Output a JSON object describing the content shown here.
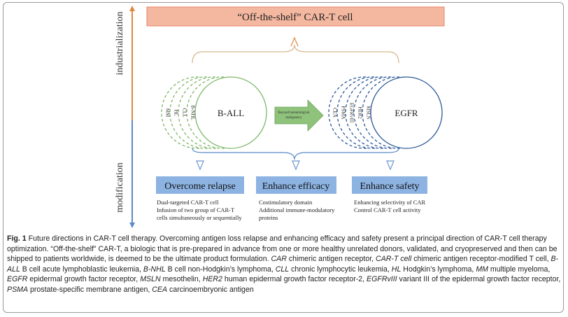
{
  "diagram": {
    "top_box": "“Off-the-shelf” CAR-T cell",
    "axis_top": "industrialization",
    "axis_bottom": "modification",
    "left_main": "B-ALL",
    "left_others": [
      "B-NHL",
      "CLL",
      "HL",
      "MM"
    ],
    "arrow_label_1": "Beyond hematological",
    "arrow_label_2": "malignancy",
    "right_main": "EGFR",
    "right_others": [
      "MSLN",
      "HER2",
      "EGFRvIII",
      "PSMA",
      "CEA"
    ],
    "boxes": [
      {
        "title": "Overcome relapse",
        "lines": [
          "Dual-targeted CAR-T cell",
          "Infusion of two group of CAR-T",
          "cells simultaneously or sequentially"
        ]
      },
      {
        "title": "Enhance efficacy",
        "lines": [
          "Costimulatory domain",
          "Additional immune-modulatory",
          "proteins"
        ]
      },
      {
        "title": "Enhance safety",
        "lines": [
          "Enhancing selectivity of CAR",
          "Control CAR-T cell activity"
        ]
      }
    ],
    "colors": {
      "top_box_fill": "#f4b8a0",
      "top_box_border": "#e8866a",
      "blue_box": "#8db3e2",
      "green": "#7fb86a",
      "green_arrow": "#8fc27b",
      "blue_dash": "#2e5a99",
      "orange": "#e0883e",
      "axis_blue": "#5b8cc6",
      "tri_blue": "#6a98cc",
      "brace": "#d7b88e"
    }
  },
  "caption": {
    "fig_label": "Fig. 1",
    "segments": [
      {
        "t": " Future directions in CAR-T cell therapy. Overcoming antigen loss relapse and enhancing efficacy and safety present a principal direction of CAR-T cell therapy optimization. “Off-the-shelf” CAR-T, a biologic that is pre-prepared in advance from one or more healthy unrelated donors, validated, and cryopreserved and then can be shipped to patients worldwide, is deemed to be the ultimate product formulation. ",
        "i": false
      },
      {
        "t": "CAR",
        "i": true
      },
      {
        "t": " chimeric antigen receptor, ",
        "i": false
      },
      {
        "t": "CAR-T cell",
        "i": true
      },
      {
        "t": " chimeric antigen receptor-modified T cell, ",
        "i": false
      },
      {
        "t": "B-ALL",
        "i": true
      },
      {
        "t": " B cell acute lymphoblastic leukemia, ",
        "i": false
      },
      {
        "t": "B-NHL",
        "i": true
      },
      {
        "t": " B cell non-Hodgkin’s lymphoma, ",
        "i": false
      },
      {
        "t": "CLL",
        "i": true
      },
      {
        "t": " chronic lymphocytic leukemia, ",
        "i": false
      },
      {
        "t": "HL",
        "i": true
      },
      {
        "t": " Hodgkin’s lymphoma, ",
        "i": false
      },
      {
        "t": "MM",
        "i": true
      },
      {
        "t": " multiple myeloma, ",
        "i": false
      },
      {
        "t": "EGFR",
        "i": true
      },
      {
        "t": " epidermal growth factor receptor, ",
        "i": false
      },
      {
        "t": "MSLN",
        "i": true
      },
      {
        "t": " mesothelin, ",
        "i": false
      },
      {
        "t": "HER2",
        "i": true
      },
      {
        "t": " human epidermal growth factor receptor-2, ",
        "i": false
      },
      {
        "t": "EGFRvIII",
        "i": true
      },
      {
        "t": " variant III of the epidermal growth factor receptor, ",
        "i": false
      },
      {
        "t": "PSMA",
        "i": true
      },
      {
        "t": " prostate-specific membrane antigen, ",
        "i": false
      },
      {
        "t": "CEA",
        "i": true
      },
      {
        "t": " carcinoembryonic antigen",
        "i": false
      }
    ]
  }
}
